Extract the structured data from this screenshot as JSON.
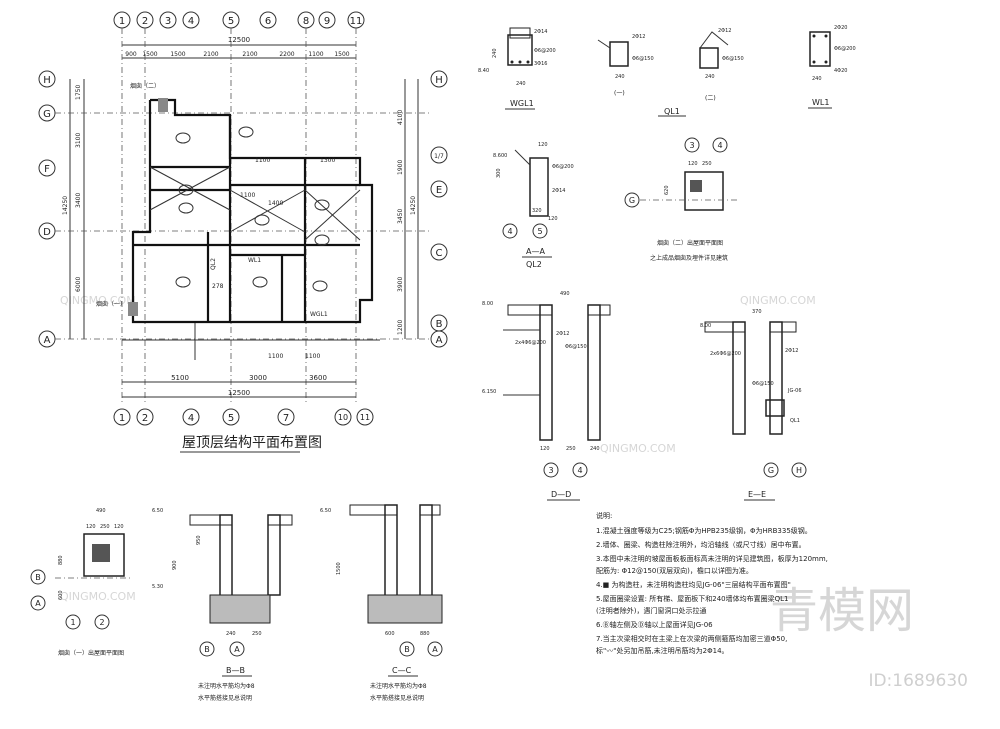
{
  "watermark": {
    "text": "青模网",
    "id_text": "ID:1689630",
    "latin": "QINGMO.COM"
  },
  "plan": {
    "title": "屋顶层结构平面布置图",
    "top_axes": [
      "1",
      "2",
      "3",
      "4",
      "5",
      "6",
      "8",
      "9",
      "11"
    ],
    "bottom_axes": [
      "1",
      "2",
      "4",
      "5",
      "7",
      "10",
      "11"
    ],
    "left_axes": [
      "H",
      "G",
      "F",
      "D",
      "A"
    ],
    "right_axes": [
      "H",
      "1/7",
      "E",
      "C",
      "B",
      "A"
    ],
    "top_total": "12500",
    "top_dims": [
      "900",
      "1500",
      "1500",
      "2100",
      "2100",
      "2200",
      "1100",
      "1500"
    ],
    "bottom_total": "12500",
    "bottom_dims": [
      "5100",
      "3000",
      "3600"
    ],
    "left_dims": [
      "1750",
      "3100",
      "3400",
      "6000",
      "14250"
    ],
    "right_dims": [
      "4100",
      "1900",
      "3450",
      "14250",
      "3900",
      "1200"
    ],
    "beam_labels": [
      "WL1",
      "WGL1",
      "QL2",
      "1100",
      "1400",
      "1100",
      "1300",
      "278",
      "1100",
      "1100"
    ],
    "notes": [
      "烟囱（二）",
      "烟囱（一）"
    ]
  },
  "wgl1": {
    "label": "WGL1",
    "dims": [
      "240",
      "240",
      "2Φ14",
      "Φ6@200",
      "3Φ16",
      "8.40"
    ]
  },
  "ql1": {
    "label": "QL1",
    "sub1": "(一)",
    "sub2": "(二)",
    "dims": [
      "2Φ12",
      "Φ6@150",
      "240",
      "2Φ12",
      "Φ6@150",
      "240"
    ]
  },
  "wl1": {
    "label": "WL1",
    "dims": [
      "2Φ20",
      "Φ6@200",
      "4Φ20",
      "240"
    ]
  },
  "aa": {
    "label": "A—A",
    "sub": "QL2",
    "axes": [
      "4",
      "5"
    ],
    "dims": [
      "8.600",
      "300",
      "120",
      "Φ6@200",
      "2Φ14",
      "320",
      "120"
    ]
  },
  "chimney2": {
    "title": "烟囱（二）出屋面平面图",
    "note": "之上成品烟囱及埋件详见建筑",
    "axes": [
      "3",
      "4",
      "G"
    ],
    "dims": [
      "120",
      "250",
      "620"
    ]
  },
  "dd": {
    "label": "D—D",
    "axes": [
      "3",
      "4"
    ],
    "dims": [
      "8.00",
      "6.150",
      "490",
      "2Φ12",
      "2x4Φ6@200",
      "Φ6@150",
      "120",
      "250",
      "240"
    ]
  },
  "ee": {
    "label": "E—E",
    "axes": [
      "G",
      "H"
    ],
    "dims": [
      "8.00",
      "370",
      "2Φ12",
      "2x6Φ6@200",
      "Φ6@150",
      "JG-06",
      "QL1"
    ]
  },
  "chimney1": {
    "title": "烟囱（一）出屋面平面图",
    "axes": [
      "B",
      "A",
      "1",
      "2"
    ],
    "dims": [
      "490",
      "120",
      "250",
      "120",
      "880",
      "600"
    ]
  },
  "bb": {
    "label": "B—B",
    "note1": "未注明水平筋均为Φ8",
    "note2": "水平筋搭接见总说明",
    "dims": [
      "6.50",
      "5.30",
      "240",
      "250",
      "900",
      "950"
    ]
  },
  "cc": {
    "label": "C—C",
    "note1": "未注明水平筋均为Φ8",
    "note2": "水平筋搭接见总说明",
    "dims": [
      "6.50",
      "600",
      "880",
      "1500"
    ]
  },
  "notes": {
    "title": "说明:",
    "items": [
      "1.混凝土强度等级为C25;钢筋Φ为HPB235级钢，Φ为HRB335级钢。",
      "2.墙体、圈梁、构造柱除注明外，均沿轴线（或尺寸线）居中布置。",
      "3.本图中未注明的坡屋面板板面标高未注明的详见建筑图，板厚为120mm,",
      "   配筋为: Φ12@150(双层双向)，檐口以详图为准。",
      "4.■ 为构造柱，未注明构造柱均见JG-06\"三层结构平面布置图\"",
      "5.屋面圈梁设置: 所有梯、屋面板下和240墙体均布置圈梁QL1",
      "   (注明者除外)，遇门窗洞口处示拉通",
      "6.Ⓑ轴左侧及Ⓓ轴以上屋面详见JG-06",
      "7.当主次梁相交时在主梁上在次梁的两侧箍筋均加密三道Φ50,",
      "   标\"〰\"处另加吊筋,未注明吊筋均为2Φ14。"
    ]
  }
}
